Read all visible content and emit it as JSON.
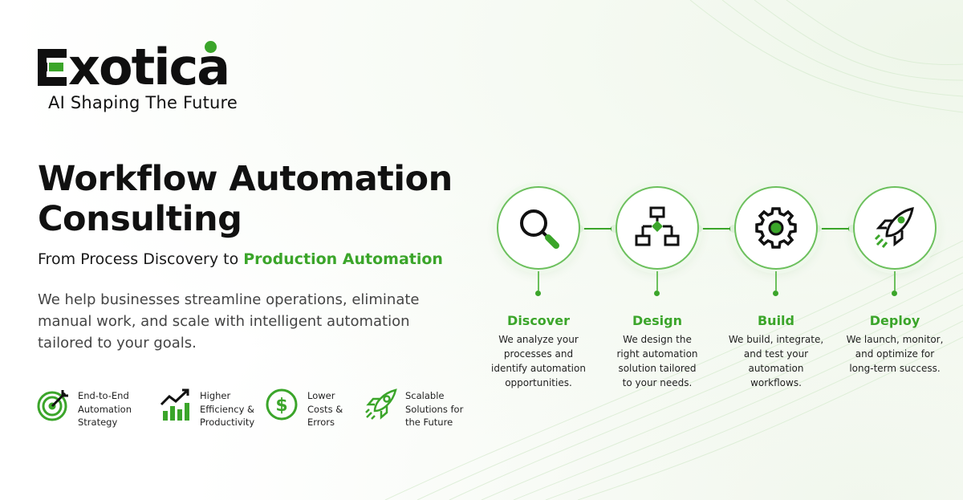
{
  "brand": {
    "name_rest": "xotica",
    "tagline": "AI Shaping The Future",
    "accent_color": "#3ba52a"
  },
  "hero": {
    "title": "Workflow Automation Consulting",
    "subtitle_prefix": "From Process Discovery to ",
    "subtitle_accent": "Production Automation",
    "description": "We help businesses streamline operations, eliminate manual work, and scale with intelligent automation tailored to your goals."
  },
  "benefits": [
    {
      "icon": "target-icon",
      "line1": "End-to-End",
      "line2": "Automation",
      "line3": "Strategy"
    },
    {
      "icon": "growth-chart-icon",
      "line1": "Higher",
      "line2": "Efficiency &",
      "line3": "Productivity"
    },
    {
      "icon": "dollar-icon",
      "line1": "Lower",
      "line2": "Costs &",
      "line3": "Errors"
    },
    {
      "icon": "rocket-icon",
      "line1": "Scalable",
      "line2": "Solutions for",
      "line3": "the Future"
    }
  ],
  "steps": [
    {
      "icon": "magnifier-icon",
      "title": "Discover",
      "desc_lines": [
        "We analyze your",
        "processes and",
        "identify automation",
        "opportunities."
      ]
    },
    {
      "icon": "flowchart-icon",
      "title": "Design",
      "desc_lines": [
        "We design the",
        "right automation",
        "solution tailored",
        "to your needs."
      ]
    },
    {
      "icon": "gear-icon",
      "title": "Build",
      "desc_lines": [
        "We build, integrate,",
        "and test your",
        "automation",
        "workflows."
      ]
    },
    {
      "icon": "rocket-icon",
      "title": "Deploy",
      "desc_lines": [
        "We launch, monitor,",
        "and optimize for",
        "long-term success."
      ]
    }
  ]
}
